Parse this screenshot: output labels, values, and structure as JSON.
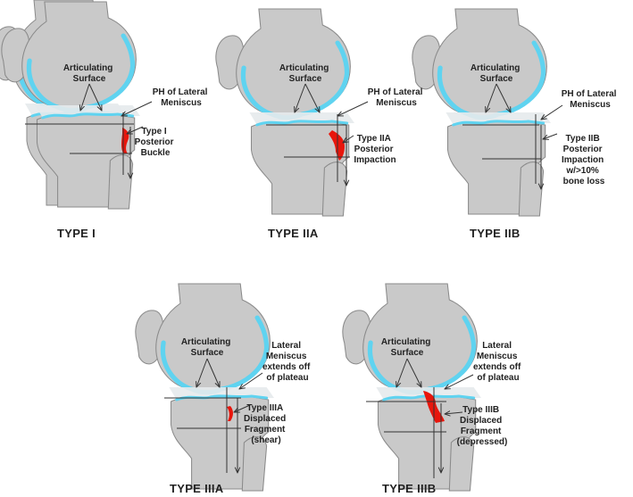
{
  "colors": {
    "bone": "#c9c9c9",
    "bone_outline": "#8a8a8a",
    "cartilage": "#5fd3f0",
    "meniscus": "#e6eaec",
    "fracture": "#e8160c",
    "line": "#333333",
    "background": "#ffffff"
  },
  "panels": [
    {
      "id": "type1",
      "title": "TYPE I",
      "articulating": [
        "Articulating",
        "Surface"
      ],
      "meniscus_label": [
        "PH of Lateral",
        "Meniscus"
      ],
      "fracture_label": [
        "Type I",
        "Posterior",
        "Buckle"
      ]
    },
    {
      "id": "type2a",
      "title": "TYPE IIA",
      "articulating": [
        "Articulating",
        "Surface"
      ],
      "meniscus_label": [
        "PH of Lateral",
        "Meniscus"
      ],
      "fracture_label": [
        "Type IIA",
        "Posterior",
        "Impaction"
      ]
    },
    {
      "id": "type2b",
      "title": "TYPE IIB",
      "articulating": [
        "Articulating",
        "Surface"
      ],
      "meniscus_label": [
        "PH of Lateral",
        "Meniscus"
      ],
      "fracture_label": [
        "Type IIB",
        "Posterior",
        "Impaction",
        "w/>10%",
        "bone loss"
      ]
    },
    {
      "id": "type3a",
      "title": "TYPE IIIA",
      "articulating": [
        "Articulating",
        "Surface"
      ],
      "meniscus_label": [
        "Lateral",
        "Meniscus",
        "extends off",
        "of plateau"
      ],
      "fracture_label": [
        "Type IIIA",
        "Displaced",
        "Fragment",
        "(shear)"
      ]
    },
    {
      "id": "type3b",
      "title": "TYPE IIIB",
      "articulating": [
        "Articulating",
        "Surface"
      ],
      "meniscus_label": [
        "Lateral",
        "Meniscus",
        "extends off",
        "of plateau"
      ],
      "fracture_label": [
        "Type IIIB",
        "Displaced",
        "Fragment",
        "(depressed)"
      ]
    }
  ]
}
